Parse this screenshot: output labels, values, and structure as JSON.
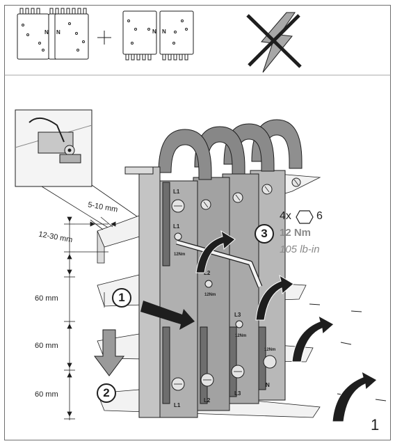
{
  "top_panel": {
    "top_modules_labels": [
      "N",
      "N"
    ],
    "bottom_modules_labels": [
      "N",
      "N"
    ],
    "plus_sign": "+"
  },
  "dimensions": {
    "busbar_thickness": "5-10 mm",
    "busbar_height": "12-30 mm",
    "spacing_1": "60 mm",
    "spacing_2": "60 mm",
    "spacing_3": "60 mm"
  },
  "steps": [
    "1",
    "2",
    "3"
  ],
  "torque": {
    "count": "4x",
    "hex_size": "6",
    "metric": "12 Nm",
    "imperial": "105 lb-in"
  },
  "phase_labels": {
    "top": [
      "L1",
      "L1"
    ],
    "middle": [
      "L2",
      "L3"
    ],
    "bottom": [
      "L1",
      "L2",
      "L3",
      "N"
    ],
    "torque_marks": [
      "12Nm",
      "12Nm",
      "12Nm",
      "12Nm"
    ]
  },
  "figure_number": "1",
  "colors": {
    "line": "#1e1e1e",
    "gray_fill": "#9a9a9a",
    "light_gray": "#d0d0d0",
    "text_gray": "#8a8a8a"
  }
}
